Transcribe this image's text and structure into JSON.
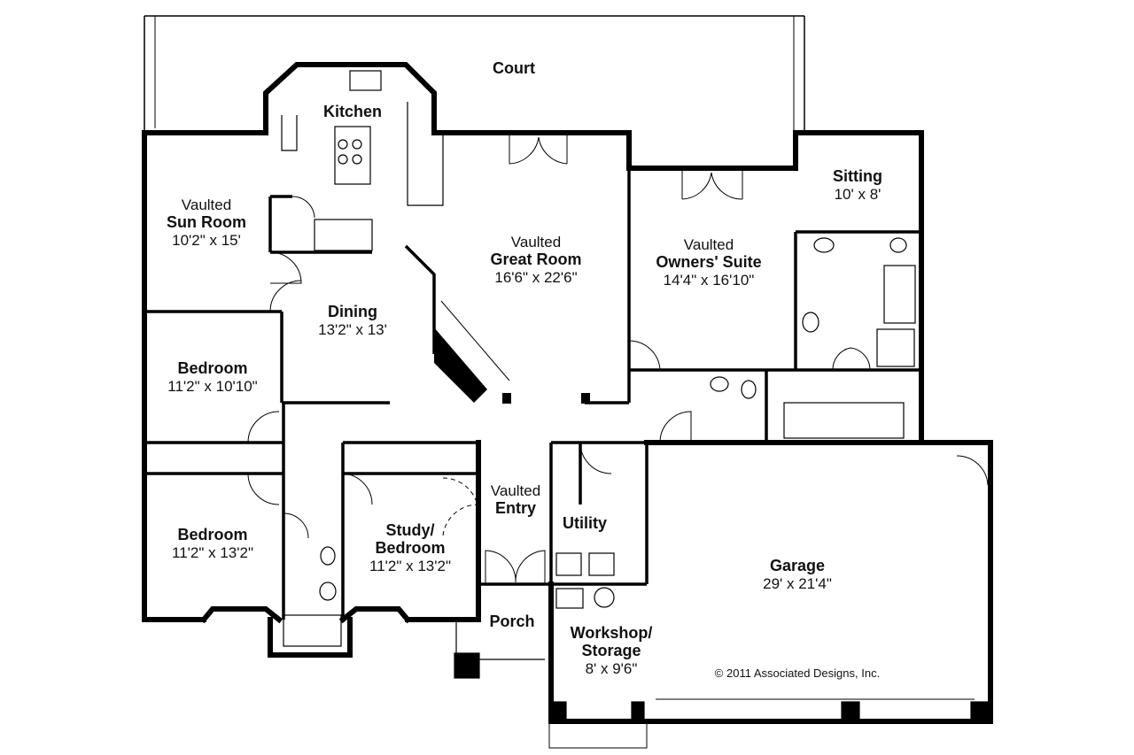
{
  "rooms": {
    "court": {
      "name": "Court"
    },
    "kitchen": {
      "name": "Kitchen"
    },
    "sun_room": {
      "prefix": "Vaulted",
      "name": "Sun Room",
      "size": "10'2\" x 15'"
    },
    "great_room": {
      "prefix": "Vaulted",
      "name": "Great Room",
      "size": "16'6\" x 22'6\""
    },
    "owners_suite": {
      "prefix": "Vaulted",
      "name": "Owners' Suite",
      "size": "14'4\" x 16'10\""
    },
    "sitting": {
      "name": "Sitting",
      "size": "10' x 8'"
    },
    "dining": {
      "name": "Dining",
      "size": "13'2\" x 13'"
    },
    "bedroom_1": {
      "name": "Bedroom",
      "size": "11'2\" x 10'10\""
    },
    "bedroom_2": {
      "name": "Bedroom",
      "size": "11'2\" x 13'2\""
    },
    "study": {
      "name": "Study/",
      "name2": "Bedroom",
      "size": "11'2\" x 13'2\""
    },
    "entry": {
      "prefix": "Vaulted",
      "name": "Entry"
    },
    "utility": {
      "name": "Utility"
    },
    "garage": {
      "name": "Garage",
      "size": "29' x 21'4\""
    },
    "porch": {
      "name": "Porch"
    },
    "workshop": {
      "name": "Workshop/",
      "name2": "Storage",
      "size": "8' x 9'6\""
    }
  },
  "copyright": "© 2011 Associated Designs, Inc."
}
